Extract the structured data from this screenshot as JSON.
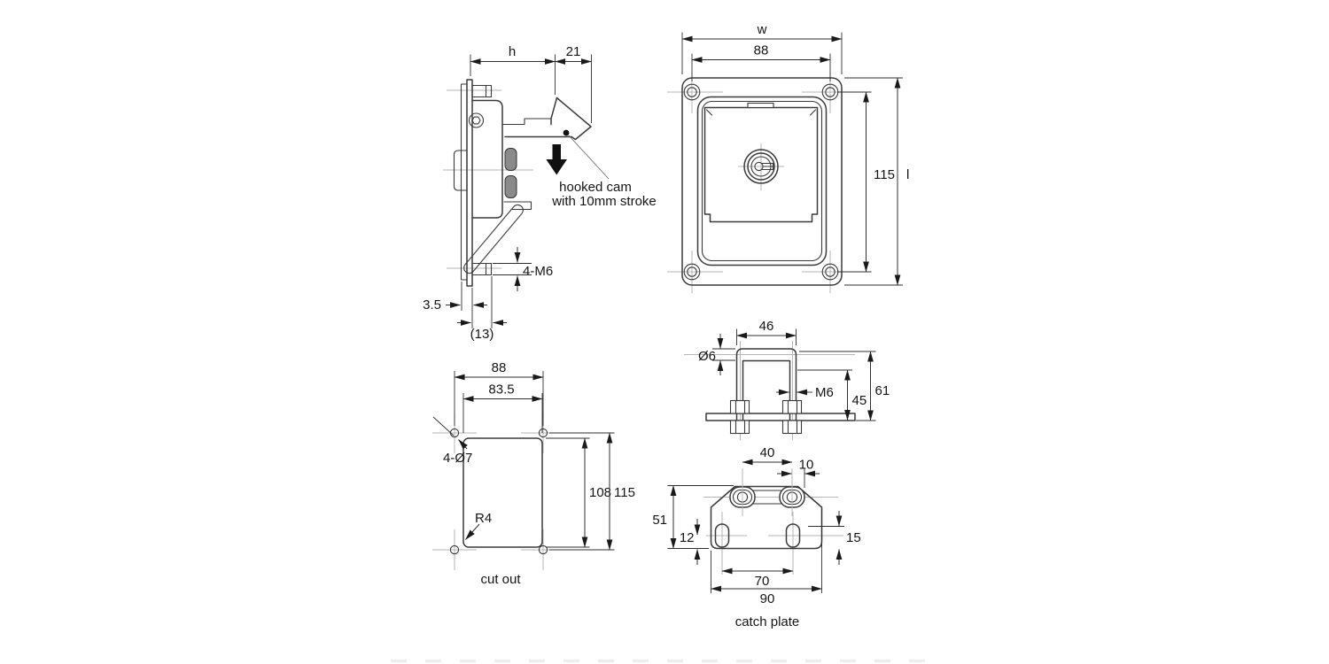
{
  "drawing": {
    "type": "technical-drawing",
    "subject": "paddle latch with hooked cam - dimensional drawing",
    "background": "#ffffff",
    "outline_color": "#3a3a3a",
    "centerline_color": "#b6b6b6",
    "dimension_color": "#2f2f2f",
    "arrow_color": "#1a1a1a",
    "page_edge_dash_color": "#ededed"
  },
  "side_view": {
    "dim_depth": "h",
    "dim_cam_reach": "21",
    "dim_flange_thickness": "3.5",
    "dim_stud_projection": "(13)",
    "dim_studs": "4-M6",
    "note_line1": "hooked cam",
    "note_line2": "with 10mm stroke"
  },
  "front_view": {
    "dim_width": "w",
    "dim_hole_spacing_h": "88",
    "dim_hole_spacing_v": "115",
    "dim_length": "l"
  },
  "u_bolt_view": {
    "dim_inside_width": "46",
    "dim_rod_diameter": "Ø6",
    "dim_thread": "M6",
    "dim_thread_length": "45",
    "dim_total_height": "61"
  },
  "cutout_view": {
    "dim_hole_spacing_h": "88",
    "dim_cutout_width": "83.5",
    "dim_holes": "4-Ø7",
    "dim_corner_radius": "R4",
    "dim_cutout_height": "108",
    "dim_hole_spacing_v": "115",
    "caption": "cut out"
  },
  "catch_plate_view": {
    "dim_bar_spacing": "40",
    "dim_bar_offset": "10",
    "dim_height": "51",
    "dim_slot_to_edge": "12",
    "dim_slot_height": "15",
    "dim_slot_spacing": "70",
    "dim_width": "90",
    "caption": "catch plate"
  }
}
